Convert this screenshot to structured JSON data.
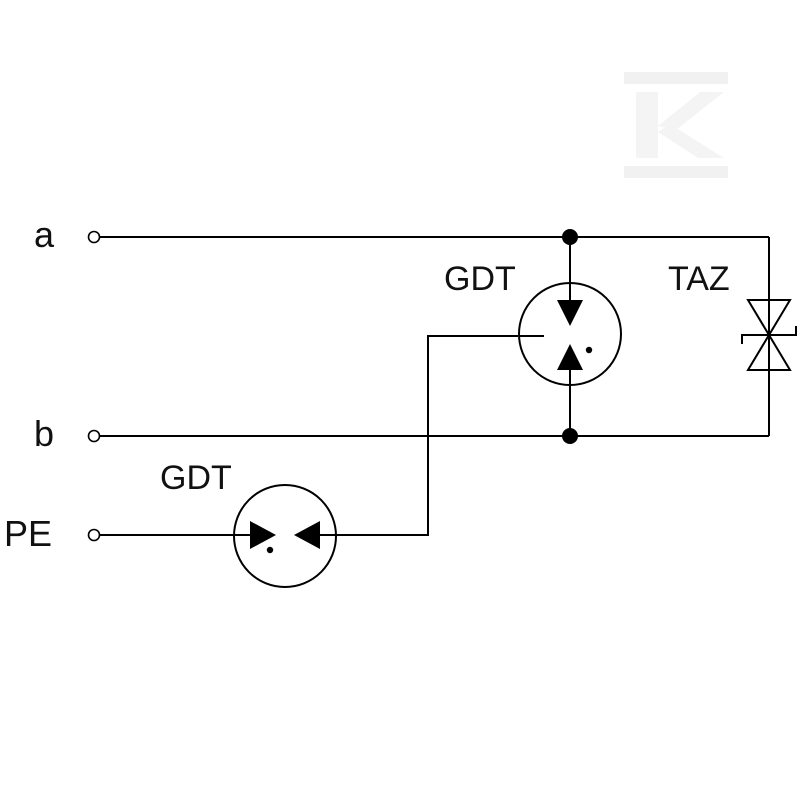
{
  "terminals": {
    "a": "a",
    "b": "b",
    "pe": "PE"
  },
  "components": {
    "gdt_upper": "GDT",
    "gdt_lower": "GDT",
    "taz": "TAZ"
  },
  "watermark": {
    "letter": "K",
    "color": "#e8e8e8"
  },
  "colors": {
    "line": "#000000",
    "background": "#ffffff"
  }
}
